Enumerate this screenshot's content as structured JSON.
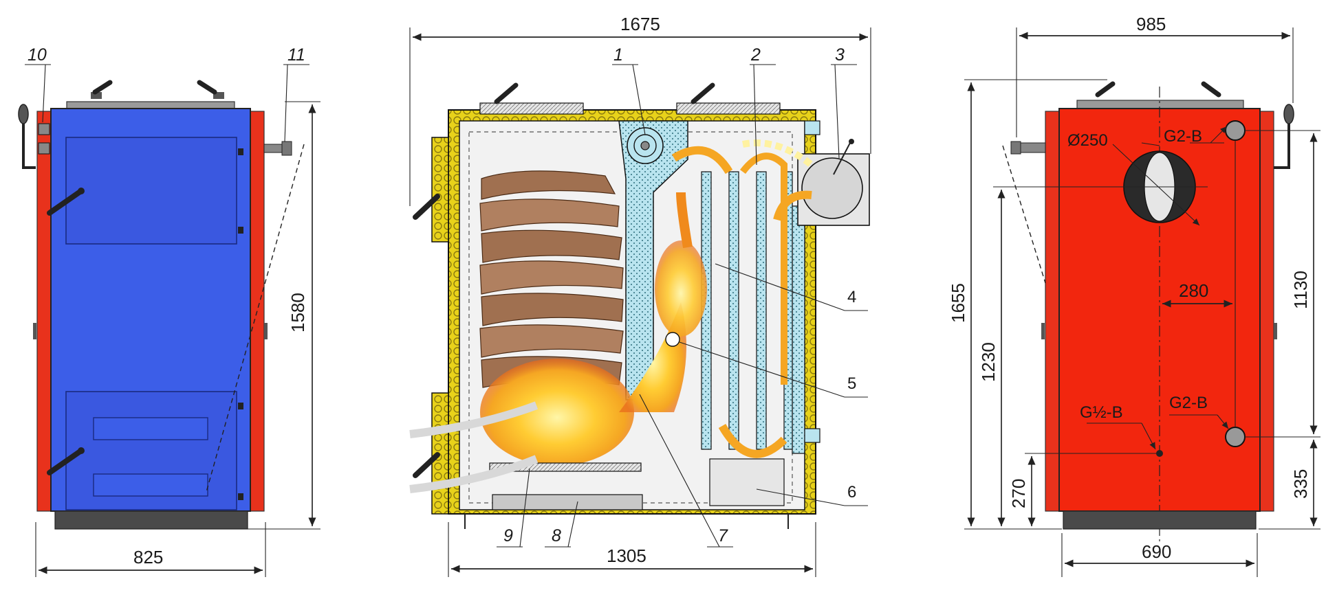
{
  "colors": {
    "front_panel": "#3c5ee8",
    "side_red": "#e8321c",
    "rear_panel": "#f2260e",
    "base": "#4a4a4a",
    "insulation": "#e8d21a",
    "water_jacket": "#b9e4ef",
    "flame_orange": "#f5a623",
    "wood_brown": "#a07050"
  },
  "icons": {
    "handle": "handle-knob-icon",
    "flow_arrow": "flow-arrow-icon",
    "pipe": "pipe-connection-icon"
  },
  "front_view": {
    "callouts": [
      "10",
      "11"
    ],
    "width_dim": "825",
    "height_dim": "1580"
  },
  "section_view": {
    "callouts": [
      "1",
      "2",
      "3",
      "4",
      "5",
      "6",
      "7",
      "8",
      "9"
    ],
    "overall_width_dim": "1675",
    "body_width_dim": "1305"
  },
  "rear_view": {
    "overall_width_dim": "985",
    "body_width_dim": "690",
    "total_height_dim": "1655",
    "flue_height_dim": "1230",
    "upper_pipe_height_dim": "1130",
    "lower_pipe_height_dim": "335",
    "drain_height_dim": "270",
    "flue_offset_dim": "280",
    "flue_diameter": "Ø250",
    "upper_pipe_label": "G2-B",
    "lower_pipe_label": "G2-B",
    "drain_label": "G½-B"
  }
}
